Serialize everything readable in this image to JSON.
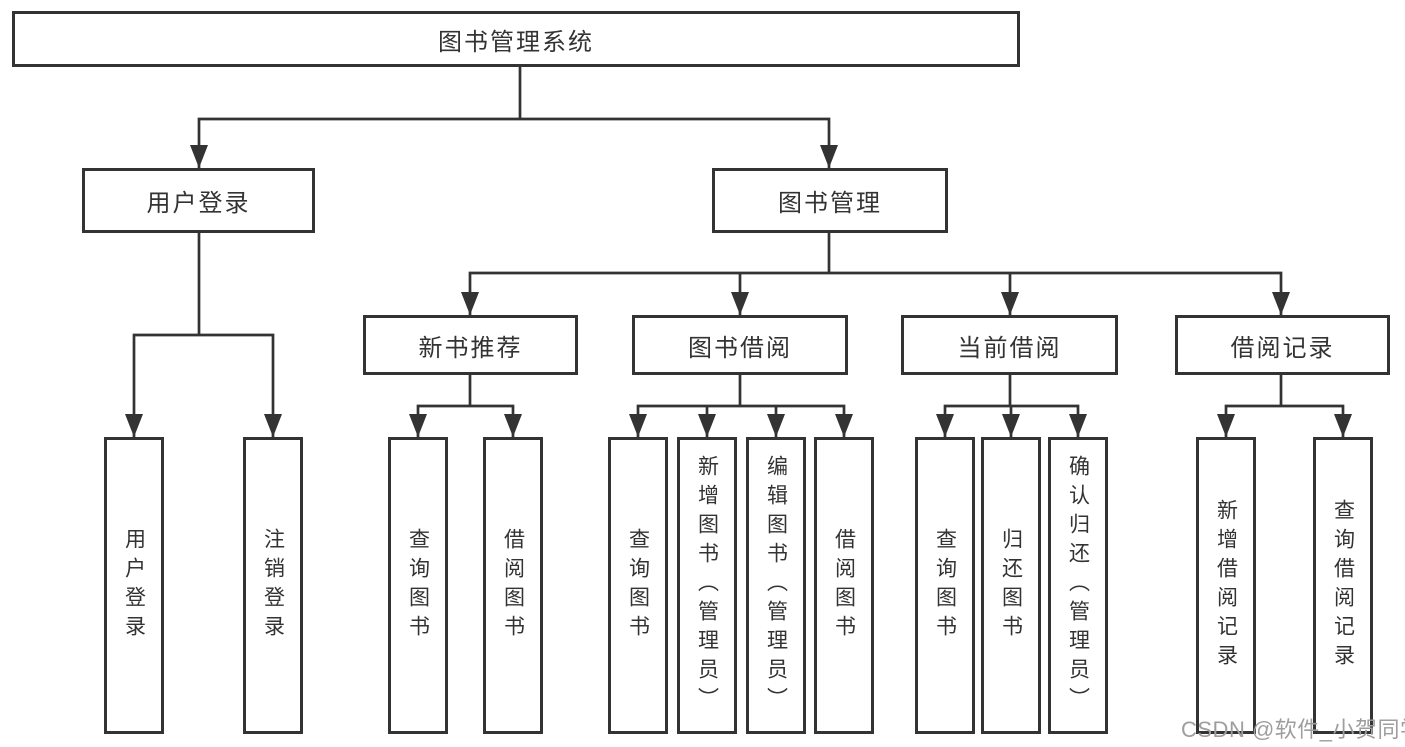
{
  "diagram_title": "图书管理系统",
  "nodes": {
    "root": {
      "label": "图书管理系统"
    },
    "user_login": {
      "label": "用户登录"
    },
    "book_mgmt": {
      "label": "图书管理"
    },
    "new_book_rec": {
      "label": "新书推荐"
    },
    "book_borrow": {
      "label": "图书借阅"
    },
    "current_borrow": {
      "label": "当前借阅"
    },
    "borrow_record": {
      "label": "借阅记录"
    },
    "login_children": [
      {
        "label": "用户登录"
      },
      {
        "label": "注销登录"
      }
    ],
    "new_book_children": [
      {
        "label": "查询图书"
      },
      {
        "label": "借阅图书"
      }
    ],
    "borrow_children": [
      {
        "label": "查询图书"
      },
      {
        "label": "新增图书（管理员）"
      },
      {
        "label": "编辑图书（管理员）"
      },
      {
        "label": "借阅图书"
      }
    ],
    "current_children": [
      {
        "label": "查询图书"
      },
      {
        "label": "归还图书"
      },
      {
        "label": "确认归还（管理员）"
      }
    ],
    "record_children": [
      {
        "label": "新增借阅记录"
      },
      {
        "label": "查询借阅记录"
      }
    ]
  },
  "watermark": {
    "text": "CSDN @软件_小贺同学"
  },
  "colors": {
    "line": "#333333",
    "box_border": "#333333",
    "text": "#333333",
    "watermark": "#9e9e9e",
    "background": "#ffffff"
  }
}
